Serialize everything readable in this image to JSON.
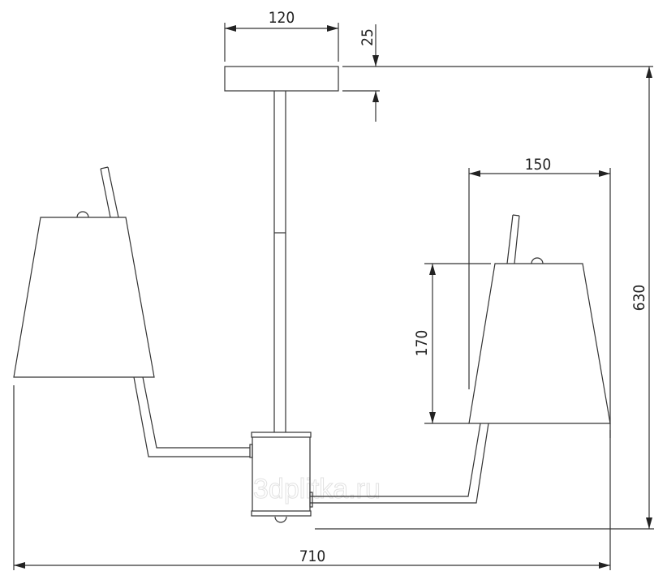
{
  "drawing": {
    "dimensions": {
      "canopy_width": "120",
      "canopy_height": "25",
      "shade_width": "150",
      "shade_height": "170",
      "total_height": "630",
      "total_width": "710"
    },
    "watermark": "3dplitka.ru",
    "colors": {
      "line": "#333333",
      "background": "#ffffff"
    }
  }
}
